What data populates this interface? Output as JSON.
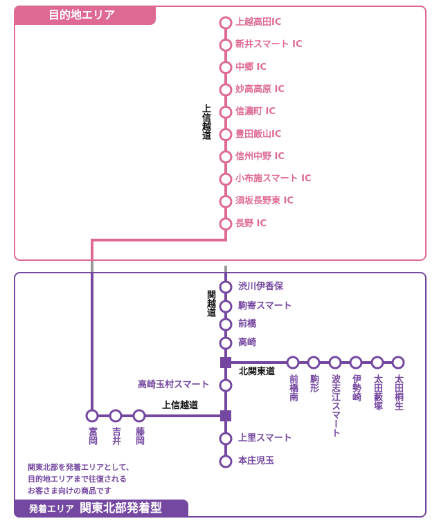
{
  "colors": {
    "destination": "#de6a94",
    "departure": "#7447a0",
    "connector": "#999999",
    "road_label": "#111111"
  },
  "destination_area": {
    "tab_label": "目的地エリア",
    "road_label": "上信越道",
    "stations": [
      "上越高田IC",
      "新井スマート IC",
      "中郷 IC",
      "妙高高原 IC",
      "信濃町 IC",
      "豊田飯山IC",
      "信州中野 IC",
      "小布施スマート IC",
      "須坂長野東 IC",
      "長野 IC"
    ]
  },
  "departure_area": {
    "tab_small": "発着エリア",
    "tab_big": "関東北部発着型",
    "kanetsu": {
      "road_label": "関越道",
      "stations": [
        "渋川伊香保",
        "駒寄スマート",
        "前橋",
        "高崎",
        "高崎玉村スマート",
        "上里スマート",
        "本庄児玉"
      ]
    },
    "kitakanto": {
      "road_label": "北関東道",
      "stations": [
        "前橋南",
        "駒形",
        "波志江スマート",
        "伊勢崎",
        "太田藪塚",
        "太田桐生"
      ]
    },
    "joshinetsu": {
      "road_label": "上信越道",
      "stations": [
        "富岡",
        "吉井",
        "藤岡"
      ]
    },
    "description": [
      "関東北部を発着エリアとして、",
      "目的地エリアまで往復される",
      "お客さま向けの商品です"
    ]
  }
}
